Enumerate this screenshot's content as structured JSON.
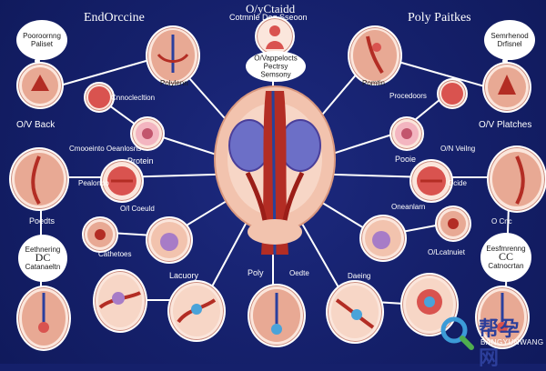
{
  "titles": {
    "top_left": "EndOrccine",
    "top_center": "O/yCtaidd",
    "top_center_sub": "Cotmnle   Deg Sseoon",
    "top_right": "Poly Paitkes"
  },
  "callouts": {
    "center": "O/Vappelocts Pectrsy Semsony",
    "top_left": "Pooroornng Paliset",
    "top_right": "Semrhenod Drfisnel",
    "dc_top": "Eethnering",
    "dc_main": "DC",
    "dc_bottom": "Catanaeltn",
    "cc_top": "Eesfmrenng",
    "cc_main": "CC",
    "cc_bottom": "Catnocrtan"
  },
  "labels": {
    "top_left_ovary": "Polylenn",
    "top_right_ovary": "Pomtin",
    "ov_back": "O/V Back",
    "ov_platches": "O/V Platches",
    "upper_left_small": "Cnnoclecltion",
    "procedures": "Procedoors",
    "protein": "Protein",
    "pooie": "Pooie",
    "mid_left_note": "Cmooeinto Oeanlosns",
    "mid_left_2": "Pealonbo",
    "mid_right_note": "O/N Veilng",
    "ocide": "Ocide",
    "poedts": "Poedts",
    "o_cnc": "O Cnc",
    "lower_left_1": "O/l Coeuld",
    "lower_left_2": "Cathetoes",
    "lower_right_1": "Oneanlarn",
    "lower_right_2": "O/Lcatnuiet",
    "lacuory": "Lacuory",
    "poly": "Poly",
    "center_bottom": "Oedte",
    "daeing": "Daeing"
  },
  "watermark": {
    "title": "帮孕网",
    "subtitle": "BANGYUNWANG"
  }
}
